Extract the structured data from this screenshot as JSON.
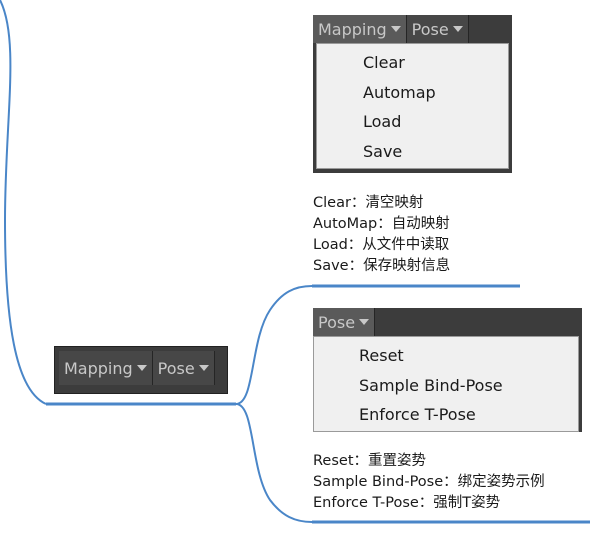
{
  "toolbar": {
    "mapping_label": "Mapping",
    "pose_label": "Pose"
  },
  "mapping_menu": {
    "header": {
      "mapping_label": "Mapping",
      "pose_label": "Pose"
    },
    "items": [
      "Clear",
      "Automap",
      "Load",
      "Save"
    ]
  },
  "mapping_notes": [
    "Clear：清空映射",
    "AutoMap：自动映射",
    "Load：从文件中读取",
    "Save：保存映射信息"
  ],
  "pose_menu": {
    "header": {
      "pose_label": "Pose"
    },
    "items": [
      "Reset",
      "Sample Bind-Pose",
      "Enforce T-Pose"
    ]
  },
  "pose_notes": [
    "Reset：重置姿势",
    "Sample Bind-Pose：绑定姿势示例",
    "Enforce T-Pose：强制T姿势"
  ],
  "colors": {
    "connector": "#4a86c8",
    "toolbar_bg": "#3c3c3c",
    "toolbar_text": "#c8c8c8",
    "menu_bg": "#f0f0f0"
  },
  "icons": {
    "dropdown": "caret-down-icon"
  }
}
